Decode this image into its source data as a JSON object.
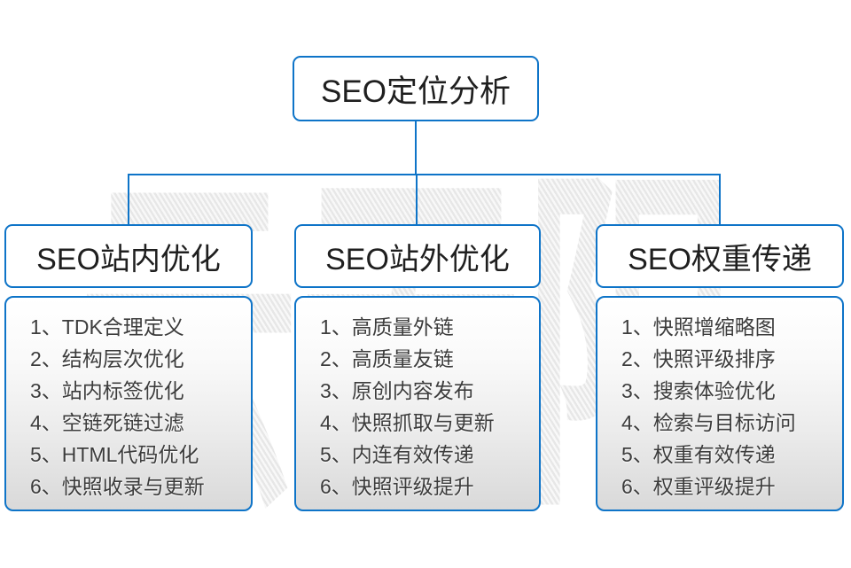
{
  "diagram": {
    "watermark": "云无限",
    "root": {
      "title": "SEO定位分析"
    },
    "columns": [
      {
        "title": "SEO站内优化",
        "items": [
          "1、TDK合理定义",
          "2、结构层次优化",
          "3、站内标签优化",
          "4、空链死链过滤",
          "5、HTML代码优化",
          "6、快照收录与更新"
        ]
      },
      {
        "title": "SEO站外优化",
        "items": [
          "1、高质量外链",
          "2、高质量友链",
          "3、原创内容发布",
          "4、快照抓取与更新",
          "5、内连有效传递",
          "6、快照评级提升"
        ]
      },
      {
        "title": "SEO权重传递",
        "items": [
          "1、快照增缩略图",
          "2、快照评级排序",
          "3、搜索体验优化",
          "4、检索与目标访问",
          "5、权重有效传递",
          "6、权重评级提升"
        ]
      }
    ],
    "colors": {
      "accent_blue": "#0e74c8",
      "title_text": "#1f1f1f",
      "list_text": "#3c3c3c",
      "watermark_gray": "#e7e7e7",
      "list_gradient_bottom": "#d9d9d9"
    }
  }
}
